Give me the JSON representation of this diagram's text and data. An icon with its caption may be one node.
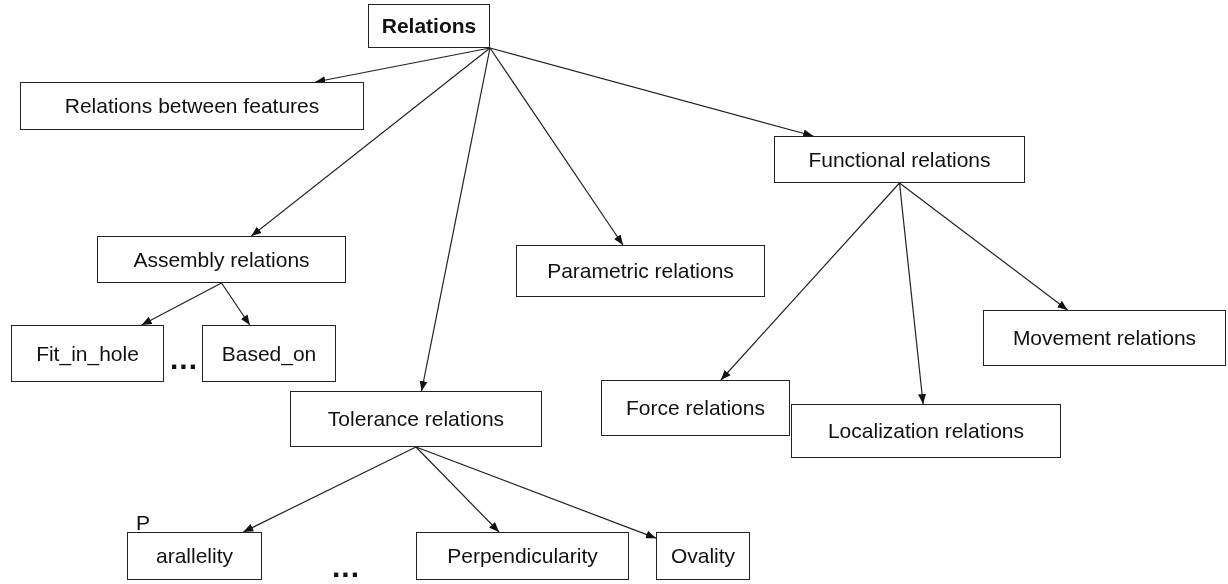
{
  "diagram": {
    "nodes": [
      {
        "text": [
          "Relations"
        ]
      },
      {
        "text": [
          "Relations between features"
        ]
      },
      {
        "text": [
          "Functional relations"
        ]
      },
      {
        "text": [
          "Assembly relations"
        ]
      },
      {
        "text": [
          "Parametric relations"
        ]
      },
      {
        "text": [
          "Fit_in_hole"
        ]
      },
      {
        "text": [
          "Based_on"
        ]
      },
      {
        "text": [
          "Force relations"
        ]
      },
      {
        "text": [
          "Movement relations"
        ]
      },
      {
        "text": [
          "Tolerance relations"
        ]
      },
      {
        "text": [
          "Localization relations"
        ]
      },
      {
        "text": [
          "arallelity"
        ],
        "beside": [
          "P"
        ]
      },
      {
        "text": [
          "Perpendicularity"
        ]
      },
      {
        "text": [
          "Ovality"
        ]
      }
    ],
    "edges": [
      {
        "from": 0,
        "to": 1,
        "arrow": "to"
      },
      {
        "from": 0,
        "to": 2,
        "arrow": "to"
      },
      {
        "from": 0,
        "to": 3,
        "arrow": "to"
      },
      {
        "from": 0,
        "to": 4,
        "arrow": "to"
      },
      {
        "from": 0,
        "to": 9,
        "arrow": "to"
      },
      {
        "from": 3,
        "to": 5,
        "arrow": "to"
      },
      {
        "from": 3,
        "to": 6,
        "arrow": "to"
      },
      {
        "from": 2,
        "to": 7,
        "arrow": "to"
      },
      {
        "from": 2,
        "to": 10,
        "arrow": "to"
      },
      {
        "from": 2,
        "to": 8,
        "arrow": "to"
      },
      {
        "from": 9,
        "to": 11,
        "arrow": "to"
      },
      {
        "from": 9,
        "to": 12,
        "arrow": "to"
      },
      {
        "from": 9,
        "to": 13,
        "arrow": "to"
      }
    ],
    "labels": [
      "...",
      "..."
    ]
  }
}
